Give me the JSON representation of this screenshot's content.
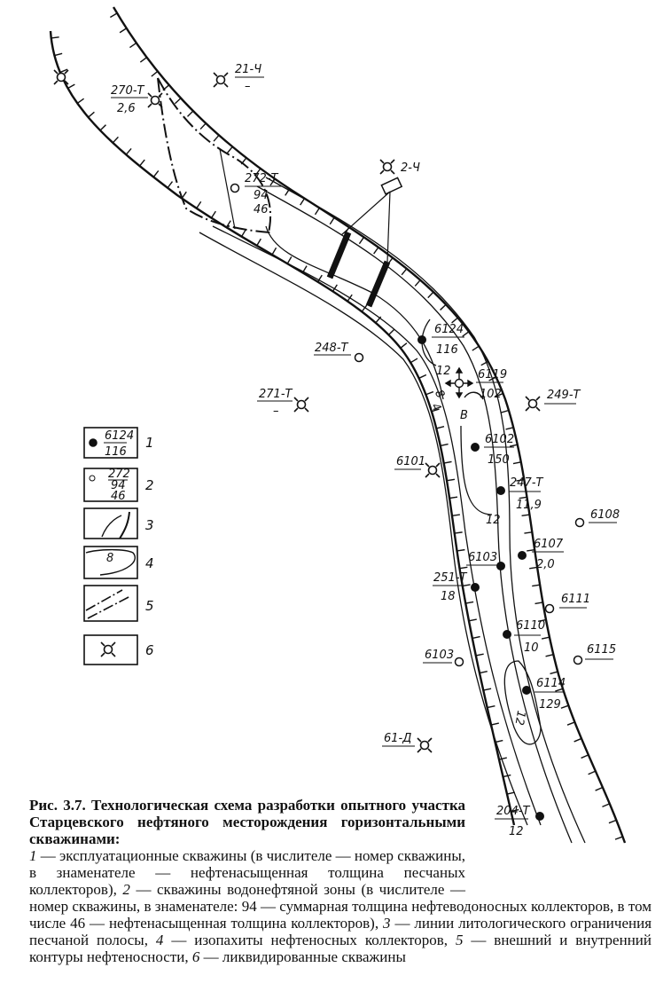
{
  "figure": {
    "caption_title": "Рис. 3.7. Технологическая схема разработки опытного участка Старцевского нефтяного месторождения горизонтальными скважинами:",
    "caption_items": [
      {
        "num": "1",
        "text": " — эксплуатационные скважины (в числителе — номер скважины, в знаменателе — нефтенасыщенная толщина песчаных коллекторов),"
      },
      {
        "num": "2",
        "text": " — скважины водонефтяной зоны (в числителе — номер скважины, в знаменателе: 94 — суммарная толщина нефтеводоносных коллекторов, в том числе 46 — нефтенасыщенная толщина коллекторов),"
      },
      {
        "num": "3",
        "text": " — линии литологического ограничения песчаной полосы,"
      },
      {
        "num": "4",
        "text": " — изопахиты нефтеносных коллекторов,"
      },
      {
        "num": "5",
        "text": " — внешний и внутренний контуры нефтеносности,"
      },
      {
        "num": "6",
        "text": " — ликвидированные скважины"
      }
    ]
  },
  "legend": {
    "items": [
      {
        "num": "1",
        "top": "6124",
        "bottom": "116"
      },
      {
        "num": "2",
        "top": "272",
        "mid": "94",
        "bottom": "46"
      },
      {
        "num": "3"
      },
      {
        "num": "4",
        "isopach": "8"
      },
      {
        "num": "5"
      },
      {
        "num": "6"
      }
    ]
  },
  "wells": {
    "w270": {
      "name": "270-Т",
      "value": "2,6",
      "type": "liquidated"
    },
    "w21": {
      "name": "21-Ч",
      "value": "–",
      "type": "liquidated"
    },
    "w272": {
      "name": "272-Т",
      "value": "94",
      "value2": "46",
      "type": "water-oil"
    },
    "w2": {
      "name": "2-Ч",
      "type": "liquidated"
    },
    "w6124": {
      "name": "6124",
      "value": "116",
      "type": "production"
    },
    "w248": {
      "name": "248-Т",
      "type": "water-oil"
    },
    "w6119": {
      "name": "6119",
      "value": "102",
      "type": "injection"
    },
    "w271": {
      "name": "271-Т",
      "value": "–",
      "type": "liquidated"
    },
    "w249": {
      "name": "249-Т",
      "type": "liquidated"
    },
    "w6102": {
      "name": "6102",
      "value": "150",
      "type": "production"
    },
    "w6101": {
      "name": "6101",
      "type": "liquidated"
    },
    "w247": {
      "name": "247-Т",
      "value": "11,9",
      "type": "production"
    },
    "w6108": {
      "name": "6108",
      "type": "water-oil"
    },
    "w6107": {
      "name": "6107",
      "value": "2,0",
      "type": "production"
    },
    "w6103a": {
      "name": "6103",
      "type": "production"
    },
    "w251": {
      "name": "251-Т",
      "value": "18",
      "type": "production"
    },
    "w6111": {
      "name": "6111",
      "type": "water-oil"
    },
    "w6110": {
      "name": "6110",
      "value": "10",
      "type": "production"
    },
    "w6103b": {
      "name": "6103",
      "type": "water-oil"
    },
    "w6115": {
      "name": "6115",
      "type": "water-oil"
    },
    "w6114": {
      "name": "6114",
      "value": "129",
      "type": "production"
    },
    "w61": {
      "name": "61-Д",
      "type": "liquidated"
    },
    "w204": {
      "name": "204-Т",
      "value": "12",
      "type": "production"
    }
  },
  "isopachs": {
    "a": "12",
    "b": "8",
    "c": "4",
    "d": "12",
    "e": "12",
    "zone": "В"
  }
}
